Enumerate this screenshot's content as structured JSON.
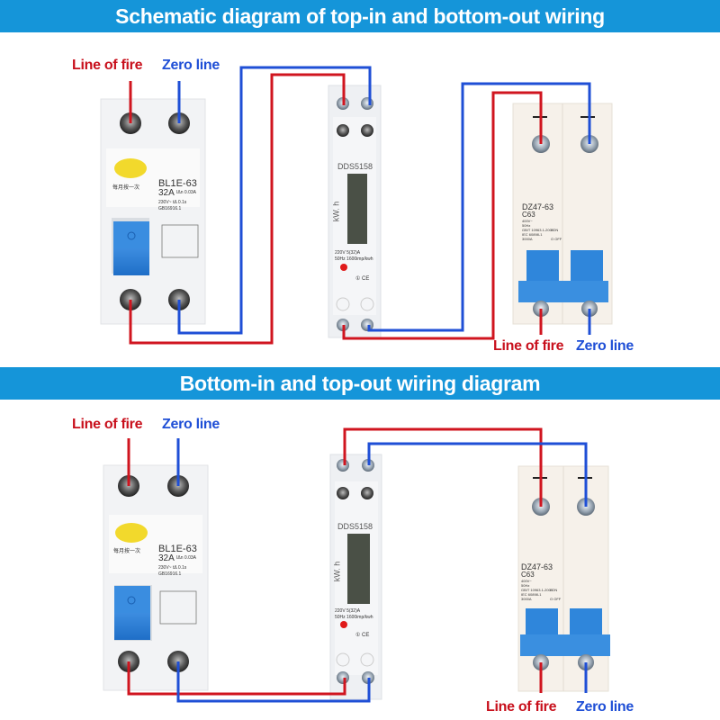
{
  "colors": {
    "banner": "#1595d9",
    "live_wire": "#d0151f",
    "neutral_wire": "#1f4fd6"
  },
  "sections": [
    {
      "title": "Schematic diagram of top-in and bottom-out wiring",
      "input_labels": {
        "live": "Line of fire",
        "neutral": "Zero line"
      },
      "output_labels": {
        "live": "Line of fire",
        "neutral": "Zero line"
      }
    },
    {
      "title": "Bottom-in and top-out wiring diagram",
      "input_labels": {
        "live": "Line of fire",
        "neutral": "Zero line"
      },
      "output_labels": {
        "live": "Line of fire",
        "neutral": "Zero line"
      }
    }
  ],
  "rcd": {
    "chinese_label": "每月按一次",
    "model": "BL1E-63",
    "rating": "32A",
    "sensitivity": "IΔn 0.03A",
    "specs": "230V~   tΔ 0.1s",
    "standard": "GB16916.1"
  },
  "meter": {
    "model": "DDS5158",
    "unit": "kW. h",
    "spec1": "220V  5(32)A",
    "spec2": "50Hz  1600imp/kwh",
    "mark": "① CE"
  },
  "mcb": {
    "model": "DZ47-63",
    "rating": "C63",
    "spec1": "400V~",
    "spec2": "50Hz",
    "spec3": "GB/T 10963.1-2005",
    "spec4": "IEC 60898-1",
    "spec5": "3000A",
    "on": "I ON",
    "off": "O OFF"
  }
}
